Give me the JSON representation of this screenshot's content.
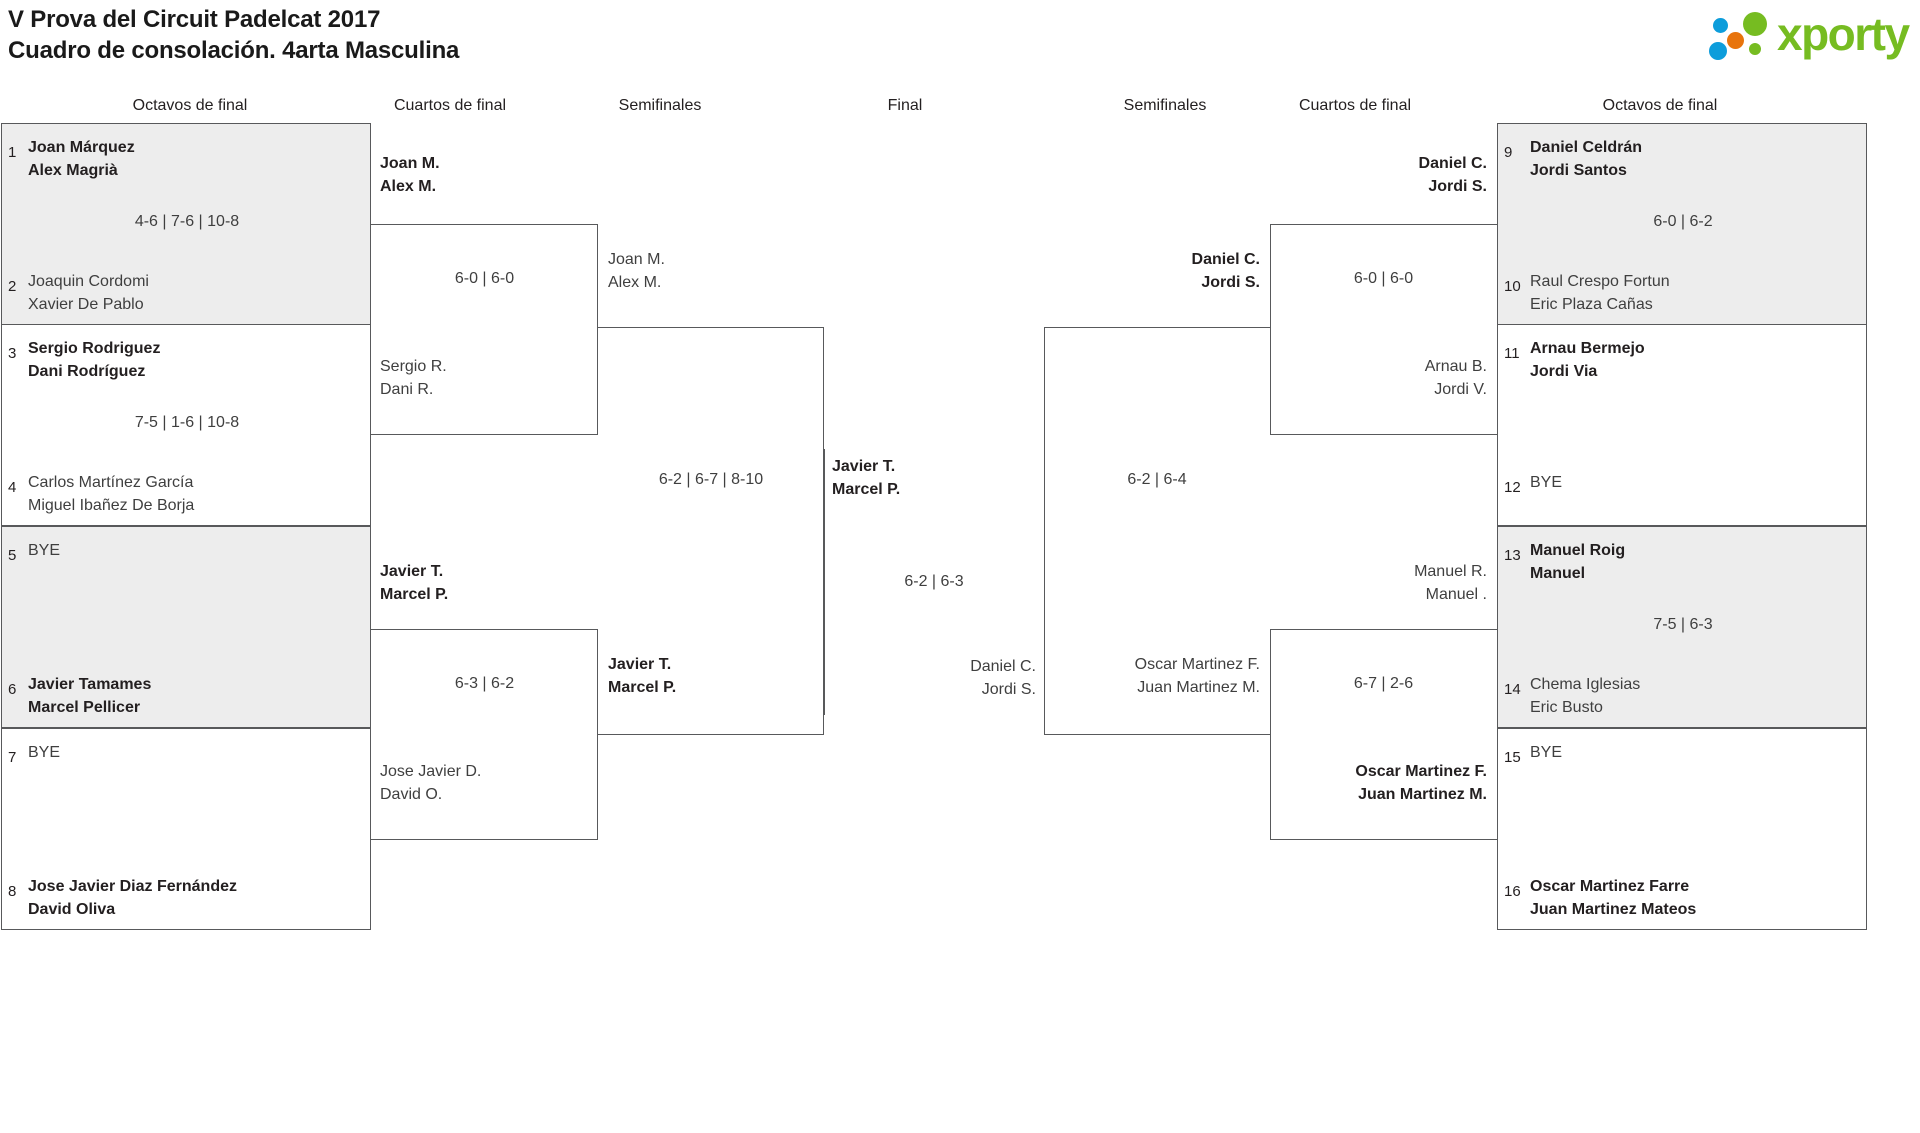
{
  "header": {
    "title_line1": "V Prova del Circuit Padelcat 2017",
    "title_line2": "Cuadro de consolación. 4arta Masculina",
    "logo_text": "xporty",
    "logo_colors": {
      "green": "#76bc21",
      "blue": "#0d9ddb",
      "orange": "#e8740c"
    }
  },
  "round_headers": {
    "l_r16": "Octavos de final",
    "l_qf": "Cuartos de final",
    "l_sf": "Semifinales",
    "final": "Final",
    "r_sf": "Semifinales",
    "r_qf": "Cuartos de final",
    "r_r16": "Octavos de final"
  },
  "left_r16": [
    {
      "seed": "1",
      "p1": "Joan Márquez",
      "p2": "Alex Magrià",
      "state": "win"
    },
    {
      "seed": "2",
      "p1": "Joaquin Cordomi",
      "p2": "Xavier De Pablo",
      "state": "lose"
    },
    {
      "seed": "3",
      "p1": "Sergio Rodriguez",
      "p2": "Dani Rodríguez",
      "state": "win"
    },
    {
      "seed": "4",
      "p1": "Carlos Martínez García",
      "p2": "Miguel Ibañez De Borja",
      "state": "lose"
    },
    {
      "seed": "5",
      "p1": "BYE",
      "p2": "",
      "state": "lose"
    },
    {
      "seed": "6",
      "p1": "Javier Tamames",
      "p2": "Marcel Pellicer",
      "state": "win"
    },
    {
      "seed": "7",
      "p1": "BYE",
      "p2": "",
      "state": "lose"
    },
    {
      "seed": "8",
      "p1": "Jose Javier Diaz Fernández",
      "p2": "David Oliva",
      "state": "win"
    }
  ],
  "left_r16_scores": [
    "4-6 | 7-6 | 10-8",
    "7-5 | 1-6 | 10-8"
  ],
  "left_qf": [
    {
      "p1": "Joan M.",
      "p2": "Alex M.",
      "state": "win"
    },
    {
      "p1": "Sergio R.",
      "p2": "Dani R.",
      "state": "lose"
    },
    {
      "p1": "Javier T.",
      "p2": "Marcel P.",
      "state": "win"
    },
    {
      "p1": "Jose Javier D.",
      "p2": "David O.",
      "state": "lose"
    }
  ],
  "left_qf_scores": [
    "6-0 | 6-0",
    "6-3 | 6-2"
  ],
  "left_sf": [
    {
      "p1": "Joan M.",
      "p2": "Alex M.",
      "state": "lose"
    },
    {
      "p1": "Javier T.",
      "p2": "Marcel P.",
      "state": "win"
    }
  ],
  "left_sf_score": "6-2 | 6-7 | 8-10",
  "final": {
    "left_team": {
      "p1": "Javier T.",
      "p2": "Marcel P.",
      "state": "win"
    },
    "right_team": {
      "p1": "Daniel C.",
      "p2": "Jordi S.",
      "state": "lose"
    },
    "score": "6-2 | 6-3"
  },
  "right_sf": [
    {
      "p1": "Daniel C.",
      "p2": "Jordi S.",
      "state": "win"
    },
    {
      "p1": "Oscar Martinez F.",
      "p2": "Juan Martinez M.",
      "state": "lose"
    }
  ],
  "right_sf_score": "6-2 | 6-4",
  "right_qf": [
    {
      "p1": "Daniel C.",
      "p2": "Jordi S.",
      "state": "win"
    },
    {
      "p1": "Arnau B.",
      "p2": "Jordi V.",
      "state": "lose"
    },
    {
      "p1": "Manuel R.",
      "p2": "Manuel .",
      "state": "lose"
    },
    {
      "p1": "Oscar Martinez F.",
      "p2": "Juan Martinez M.",
      "state": "win"
    }
  ],
  "right_qf_scores": [
    "6-0 | 6-0",
    "6-7 | 2-6"
  ],
  "right_r16": [
    {
      "seed": "9",
      "p1": "Daniel Celdrán",
      "p2": "Jordi Santos",
      "state": "win"
    },
    {
      "seed": "10",
      "p1": "Raul Crespo Fortun",
      "p2": "Eric Plaza Cañas",
      "state": "lose"
    },
    {
      "seed": "11",
      "p1": "Arnau Bermejo",
      "p2": "Jordi Via",
      "state": "win"
    },
    {
      "seed": "12",
      "p1": "BYE",
      "p2": "",
      "state": "lose"
    },
    {
      "seed": "13",
      "p1": "Manuel Roig",
      "p2": "Manuel",
      "state": "win"
    },
    {
      "seed": "14",
      "p1": "Chema Iglesias",
      "p2": "Eric Busto",
      "state": "lose"
    },
    {
      "seed": "15",
      "p1": "BYE",
      "p2": "",
      "state": "lose"
    },
    {
      "seed": "16",
      "p1": "Oscar Martinez Farre",
      "p2": "Juan Martinez Mateos",
      "state": "win"
    }
  ],
  "right_r16_scores": [
    "6-0 | 6-2",
    "7-5 | 6-3"
  ]
}
